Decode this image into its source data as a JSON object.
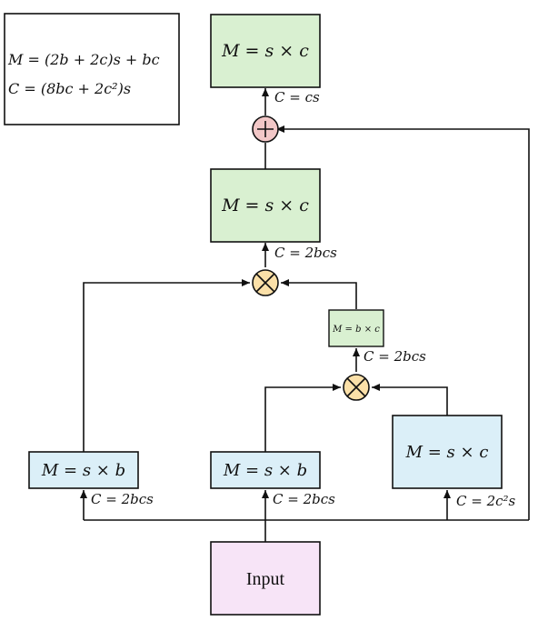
{
  "legend": {
    "line1": "M = (2b + 2c)s + bc",
    "line2": "C = (8bc + 2c²)s"
  },
  "blocks": {
    "top": "M = s × c",
    "middle": "M = s × c",
    "small": "M = b × c",
    "left": "M = s × b",
    "center": "M = s × b",
    "right": "M = s × c",
    "input": "Input"
  },
  "edge_labels": {
    "top": "C = cs",
    "middle": "C = 2bcs",
    "small": "C = 2bcs",
    "left": "C = 2bcs",
    "center": "C = 2bcs",
    "right": "C = 2c²s"
  },
  "operators": {
    "add": "+",
    "multiply_upper": "×",
    "multiply_lower": "×"
  },
  "colors": {
    "green": "#d9f0d1",
    "blue": "#dbeff8",
    "pink": "#f7e4f7",
    "operator_add": "#f2c7c7",
    "operator_mul": "#fbe0a8",
    "stroke": "#111111"
  }
}
